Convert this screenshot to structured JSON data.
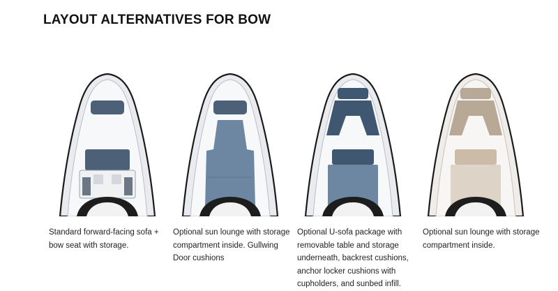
{
  "page": {
    "title": "LAYOUT ALTERNATIVES FOR BOW"
  },
  "layouts": [
    {
      "caption": "Standard forward-facing sofa + bow seat with storage.",
      "cushion_color": "#4c6178",
      "deck_color": "#eef0f2"
    },
    {
      "caption": "Optional sun lounge with storage compartment inside. Gullwing Door cushions",
      "cushion_color": "#6d87a3",
      "deck_color": "#eef0f2"
    },
    {
      "caption": "Optional U-sofa package with removable table and storage underneath, backrest cushions, anchor locker cushions with cupholders, and sunbed infill.",
      "cushion_color": "#3f5770",
      "deck_color": "#eef0f2"
    },
    {
      "caption": "Optional sun lounge with storage compartment inside.",
      "cushion_color": "#cbbba8",
      "deck_color": "#f4f2ef"
    }
  ]
}
